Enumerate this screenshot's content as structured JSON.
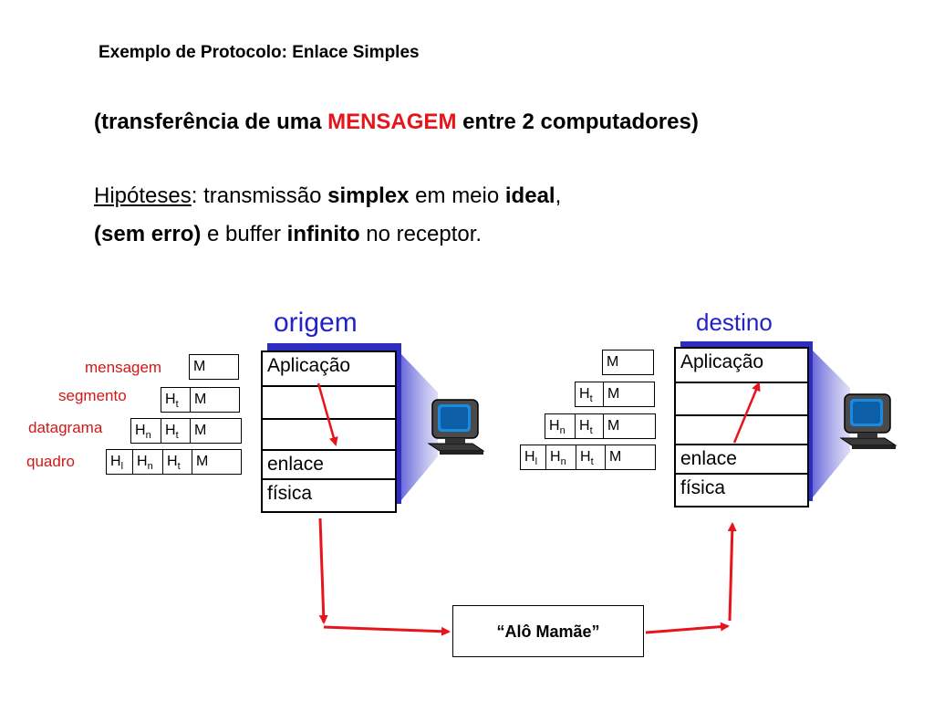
{
  "slide": {
    "title": "Exemplo de Protocolo: Enlace Simples",
    "subtitle_pre": "(transferência de uma ",
    "subtitle_highlight": "MENSAGEM",
    "subtitle_post": " entre 2 computadores)",
    "hypothesis": {
      "label": "Hipóteses",
      "t1": ": transmissão ",
      "b1": "simplex",
      "t2": " em meio ",
      "b2": "ideal",
      "t3": ",",
      "b3": "(sem erro)",
      "t4": " e buffer ",
      "b4": "infinito",
      "t5": " no receptor."
    }
  },
  "origin": {
    "label": "origem",
    "layers": [
      "Aplicação",
      "",
      "",
      "enlace",
      "física"
    ]
  },
  "destination": {
    "label": "destino",
    "layers": [
      "Aplicação",
      "",
      "",
      "enlace",
      "física"
    ]
  },
  "encapsulation": {
    "labels": [
      "mensagem",
      "segmento",
      "datagrama",
      "quadro"
    ],
    "M": "M",
    "Ht": "H",
    "Ht_sub": "t",
    "Hn": "H",
    "Hn_sub": "n",
    "Hl": "H",
    "Hl_sub": "l"
  },
  "message": "“Alô Mamãe”",
  "colors": {
    "highlight": "#e8141c",
    "blue_text": "#2323c8",
    "stack_shadow": "#2d2dc0",
    "arrow": "#e8141c"
  },
  "icons": [
    "computer-icon-origin",
    "computer-icon-destination"
  ]
}
